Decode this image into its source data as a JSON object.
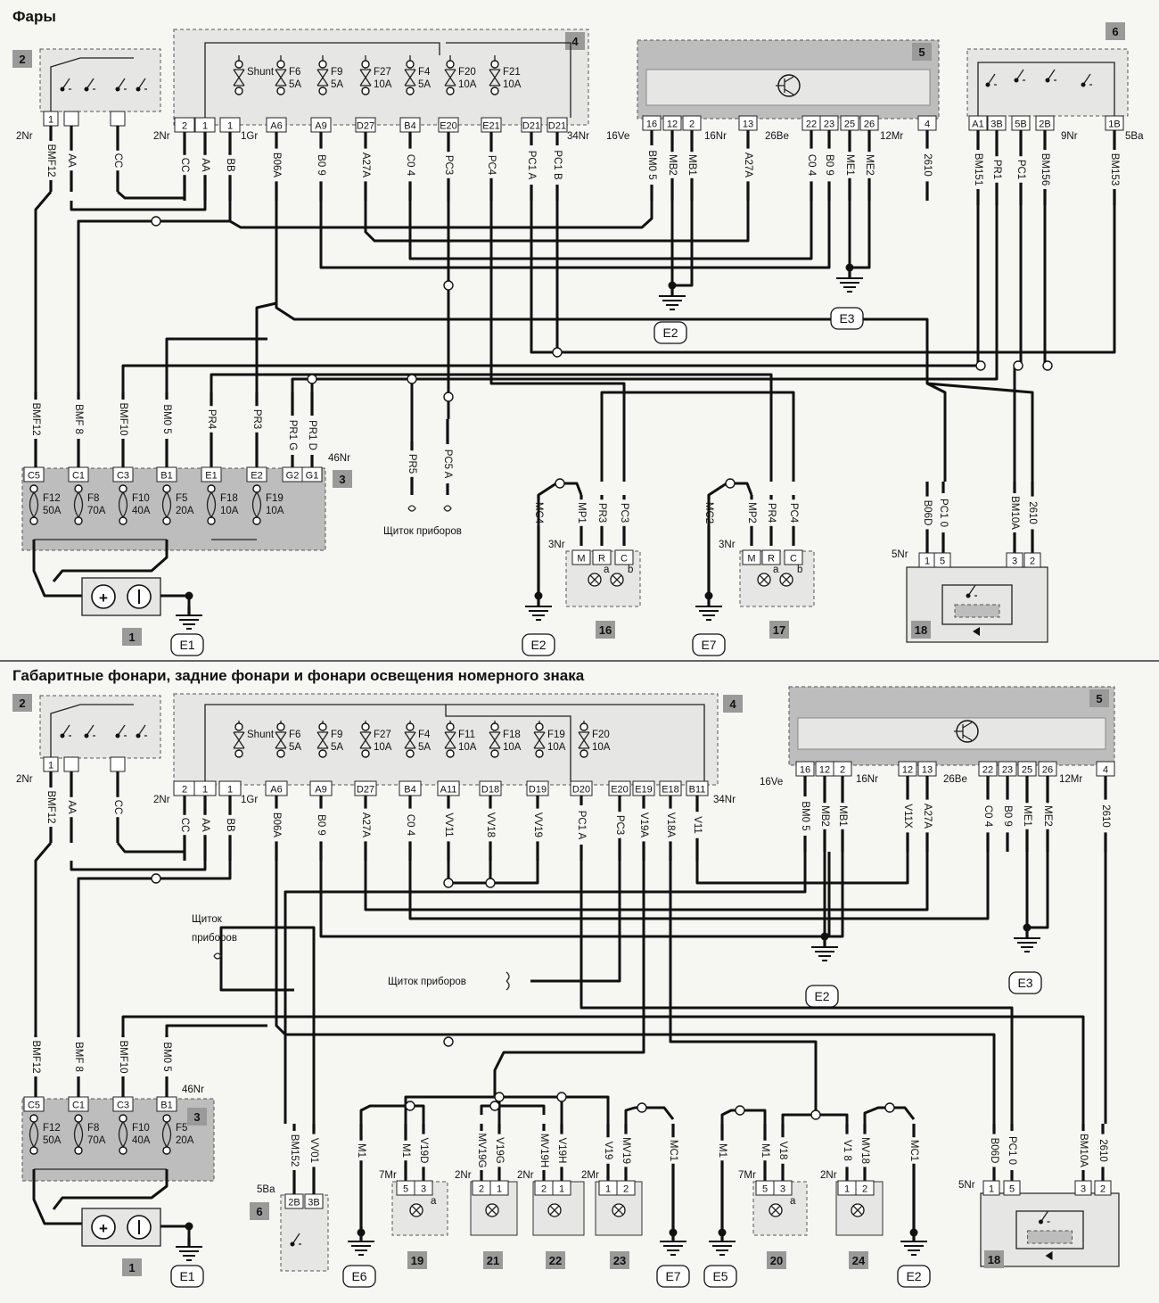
{
  "top": {
    "title": "Фары",
    "sw2": {
      "num": "2",
      "pins": [
        "1",
        "",
        ""
      ],
      "wires": [
        "BMF12",
        "AA",
        "CC"
      ],
      "conn": "2Nr"
    },
    "fb4": {
      "num": "4",
      "fuses": [
        {
          "n": "Shunt",
          "r": ""
        },
        {
          "n": "F6",
          "r": "5A"
        },
        {
          "n": "F9",
          "r": "5A"
        },
        {
          "n": "F27",
          "r": "10A"
        },
        {
          "n": "F4",
          "r": "5A"
        },
        {
          "n": "F20",
          "r": "10A"
        },
        {
          "n": "F21",
          "r": "10A"
        }
      ],
      "pins": [
        "2",
        "1",
        "1",
        "A6",
        "A9",
        "D27",
        "B4",
        "E20",
        "E21",
        "D21",
        "D21"
      ],
      "wires": [
        "CC",
        "AA",
        "BB",
        "B06A",
        "B0 9",
        "A27A",
        "C0 4",
        "PC3",
        "PC4",
        "PC1 A",
        "PC1 B"
      ],
      "conn": [
        "2Nr",
        "1Gr",
        "34Nr"
      ]
    },
    "bsi5": {
      "num": "5",
      "pins": [
        "16",
        "12",
        "2",
        "13",
        "22",
        "23",
        "25",
        "26",
        "4"
      ],
      "wires": [
        "BM0 5",
        "MB2",
        "MB1",
        "A27A",
        "C0 4",
        "B0 9",
        "ME1",
        "ME2",
        "2610"
      ],
      "conn": [
        "16Ve",
        "16Nr",
        "26Be",
        "12Mr"
      ]
    },
    "sw6": {
      "num": "6",
      "pins": [
        "A1",
        "3B",
        "5B",
        "2B",
        "1B"
      ],
      "wires": [
        "BM151",
        "PR1",
        "PC1",
        "BM156",
        "BM153"
      ],
      "conn": [
        "9Nr",
        "5Ba"
      ]
    },
    "fb3": {
      "num": "3",
      "pins": [
        "C5",
        "C1",
        "C3",
        "B1",
        "E1",
        "E2",
        "G2",
        "G1"
      ],
      "fuses": [
        {
          "n": "F12",
          "r": "50A"
        },
        {
          "n": "F8",
          "r": "70A"
        },
        {
          "n": "F10",
          "r": "40A"
        },
        {
          "n": "F5",
          "r": "20A"
        },
        {
          "n": "F18",
          "r": "10A"
        },
        {
          "n": "F19",
          "r": "10A"
        }
      ],
      "wires": [
        "BMF12",
        "BMF 8",
        "BMF10",
        "BM0 5",
        "PR4",
        "PR3",
        "PR1 G",
        "PR1 D"
      ],
      "conn": "46Nr"
    },
    "battery": {
      "num": "1",
      "plus": "+",
      "minus": "−"
    },
    "cluster": {
      "wires": [
        "PR5",
        "PC5 A"
      ],
      "label": "Щиток приборов"
    },
    "c16": {
      "num": "16",
      "pins": [
        "M",
        "R",
        "C"
      ],
      "wires": [
        "MC4",
        "MP1",
        "PR3",
        "PC3"
      ],
      "conn": "3Nr",
      "marks": [
        "a",
        "b"
      ]
    },
    "c17": {
      "num": "17",
      "pins": [
        "M",
        "R",
        "C"
      ],
      "wires": [
        "MC2",
        "MP2",
        "PR4",
        "PC4"
      ],
      "conn": "3Nr",
      "marks": [
        "a",
        "b"
      ]
    },
    "c18": {
      "num": "18",
      "pins": [
        "1",
        "5",
        "3",
        "2"
      ],
      "wires": [
        "B06D",
        "PC1 0",
        "BM10A",
        "2610"
      ],
      "conn": "5Nr"
    },
    "grounds": [
      "E2",
      "E3",
      "E1",
      "E2",
      "E7"
    ]
  },
  "bottom": {
    "title": "Габаритные фонари, задние фонари и фонари освещения номерного знака",
    "sw2": {
      "num": "2",
      "pins": [
        "1",
        "",
        ""
      ],
      "wires": [
        "BMF12",
        "AA",
        "CC"
      ],
      "conn": "2Nr"
    },
    "fb4": {
      "num": "4",
      "fuses": [
        {
          "n": "Shunt",
          "r": ""
        },
        {
          "n": "F6",
          "r": "5A"
        },
        {
          "n": "F9",
          "r": "5A"
        },
        {
          "n": "F27",
          "r": "10A"
        },
        {
          "n": "F4",
          "r": "5A"
        },
        {
          "n": "F11",
          "r": "10A"
        },
        {
          "n": "F18",
          "r": "10A"
        },
        {
          "n": "F19",
          "r": "10A"
        },
        {
          "n": "F20",
          "r": "10A"
        }
      ],
      "pins": [
        "2",
        "1",
        "1",
        "A6",
        "A9",
        "D27",
        "B4",
        "A11",
        "D18",
        "D19",
        "D20",
        "E20",
        "E19",
        "E18",
        "B11"
      ],
      "wires": [
        "CC",
        "AA",
        "BB",
        "B06A",
        "B0 9",
        "A27A",
        "C0 4",
        "VV11",
        "VV18",
        "VV19",
        "PC1 A",
        "PC3",
        "V19A",
        "V18A",
        "V11"
      ],
      "conn": [
        "2Nr",
        "1Gr",
        "34Nr"
      ]
    },
    "bsi5": {
      "num": "5",
      "pins": [
        "16",
        "12",
        "2",
        "12",
        "13",
        "22",
        "23",
        "25",
        "26",
        "4"
      ],
      "wires": [
        "BM0 5",
        "MB2",
        "MB1",
        "V11X",
        "A27A",
        "C0 4",
        "B0 9",
        "ME1",
        "ME2",
        "2610"
      ],
      "conn": [
        "16Ve",
        "16Nr",
        "26Be",
        "12Mr"
      ]
    },
    "fb3": {
      "num": "3",
      "pins": [
        "C5",
        "C1",
        "C3",
        "B1"
      ],
      "fuses": [
        {
          "n": "F12",
          "r": "50A"
        },
        {
          "n": "F8",
          "r": "70A"
        },
        {
          "n": "F10",
          "r": "40A"
        },
        {
          "n": "F5",
          "r": "20A"
        }
      ],
      "wires": [
        "BMF12",
        "BMF 8",
        "BMF10",
        "BM0 5"
      ],
      "conn": "46Nr"
    },
    "battery": {
      "num": "1",
      "plus": "+",
      "minus": "−"
    },
    "cluster_labels": [
      "Щиток приборов",
      "Щиток\nприборов"
    ],
    "cluster_a": [
      "Щиток",
      "приборов"
    ],
    "cluster_b": "Щиток приборов",
    "sw6": {
      "num": "6",
      "pins": [
        "2B",
        "3B"
      ],
      "wires": [
        "BM152",
        "VV01"
      ],
      "conn": "5Ba"
    },
    "loose_wires": [
      "M1",
      "MC1",
      "M1",
      "MC1"
    ],
    "c19": {
      "num": "19",
      "pins": [
        "5",
        "3"
      ],
      "wires": [
        "M1",
        "V19D"
      ],
      "conn": "7Mr",
      "mark": "a"
    },
    "c21": {
      "num": "21",
      "pins": [
        "2",
        "1"
      ],
      "wires": [
        "MV19G",
        "V19G"
      ],
      "conn": "2Nr"
    },
    "c22": {
      "num": "22",
      "pins": [
        "2",
        "1"
      ],
      "wires": [
        "MV19H",
        "V19H"
      ],
      "conn": "2Nr"
    },
    "c23": {
      "num": "23",
      "pins": [
        "1",
        "2"
      ],
      "wires": [
        "V19",
        "MV19"
      ],
      "conn": "2Mr"
    },
    "c20": {
      "num": "20",
      "pins": [
        "5",
        "3"
      ],
      "wires": [
        "M1",
        "V18"
      ],
      "conn": "7Mr",
      "mark": "a"
    },
    "c24": {
      "num": "24",
      "pins": [
        "1",
        "2"
      ],
      "wires": [
        "V1 8",
        "MV18"
      ],
      "conn": "2Nr"
    },
    "c18": {
      "num": "18",
      "pins": [
        "1",
        "5",
        "3",
        "2"
      ],
      "wires": [
        "B06D",
        "PC1 0",
        "BM10A",
        "2610"
      ],
      "conn": "5Nr"
    },
    "grounds": [
      "E2",
      "E3",
      "E1",
      "E6",
      "E7",
      "E5",
      "E2"
    ]
  }
}
